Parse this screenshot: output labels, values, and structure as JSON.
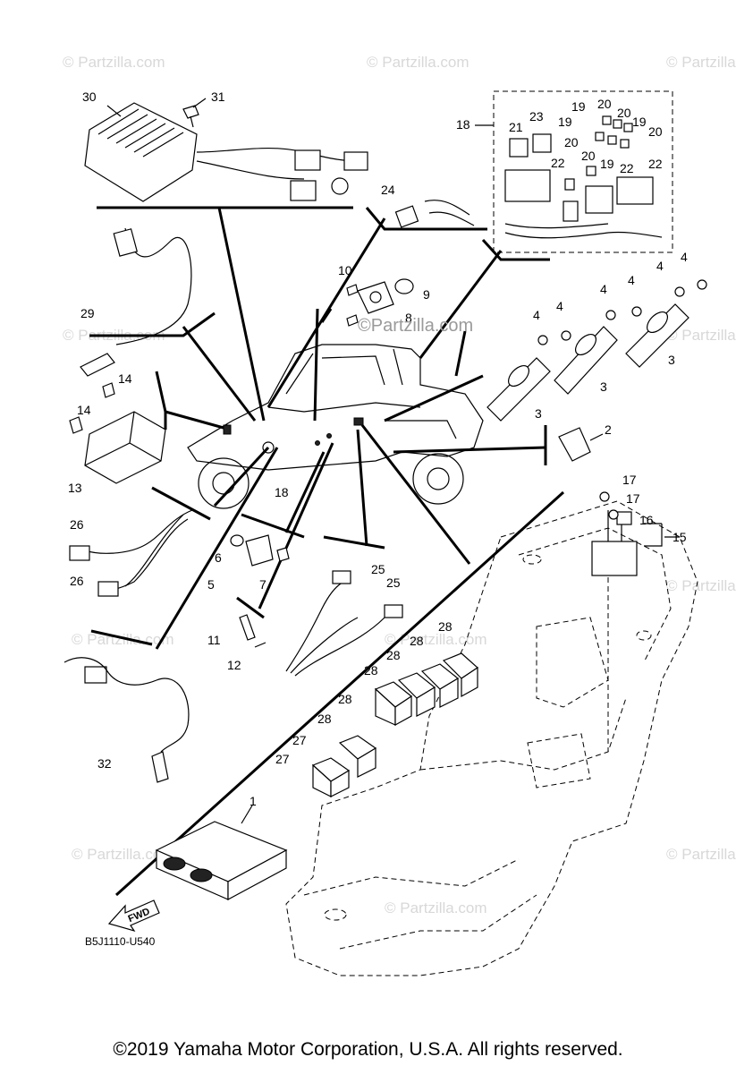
{
  "watermark": "© Partzilla.com",
  "center_watermark": "©Partzilla.com",
  "diagram_code": "B5J1110-U540",
  "fwd_label": "FWD",
  "copyright": "©2019 Yamaha Motor Corporation, U.S.A. All rights reserved.",
  "callouts": {
    "c1": "1",
    "c2": "2",
    "c3a": "3",
    "c3b": "3",
    "c3c": "3",
    "c4a": "4",
    "c4b": "4",
    "c4c": "4",
    "c4d": "4",
    "c4e": "4",
    "c4f": "4",
    "c5": "5",
    "c6": "6",
    "c7": "7",
    "c8": "8",
    "c9": "9",
    "c10": "10",
    "c11": "11",
    "c12": "12",
    "c13": "13",
    "c14a": "14",
    "c14b": "14",
    "c15": "15",
    "c16": "16",
    "c17a": "17",
    "c17b": "17",
    "c18a": "18",
    "c18b": "18",
    "c19a": "19",
    "c19b": "19",
    "c19c": "19",
    "c19d": "19",
    "c20a": "20",
    "c20b": "20",
    "c20c": "20",
    "c20d": "20",
    "c20e": "20",
    "c21": "21",
    "c22a": "22",
    "c22b": "22",
    "c22c": "22",
    "c23": "23",
    "c24": "24",
    "c25a": "25",
    "c25b": "25",
    "c26a": "26",
    "c26b": "26",
    "c27a": "27",
    "c27b": "27",
    "c28a": "28",
    "c28b": "28",
    "c28c": "28",
    "c28d": "28",
    "c28e": "28",
    "c29": "29",
    "c30": "30",
    "c31": "31",
    "c32": "32"
  }
}
